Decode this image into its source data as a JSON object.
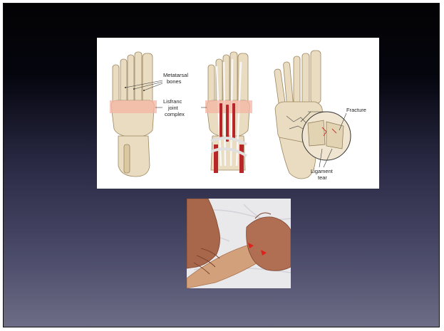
{
  "slide": {
    "figure": {
      "labels": {
        "metatarsal": [
          "Metatarsal",
          "bones"
        ],
        "lisfranc": [
          "Lisfranc",
          "joint",
          "complex"
        ],
        "fracture": "Fracture",
        "ligament": [
          "Ligament",
          "tear"
        ]
      },
      "colors": {
        "bone": "#e9dcc0",
        "bone_shadow": "#c9b58e",
        "joint_highlight": "#f4b6a4",
        "ligament": "#b8262a",
        "tendon": "#f2f2f2"
      }
    },
    "photo": {
      "colors": {
        "sheet": "#e9e9ec",
        "skin": "#c7906a",
        "hand": "#a8664a",
        "marker": "#e0201a"
      }
    }
  }
}
